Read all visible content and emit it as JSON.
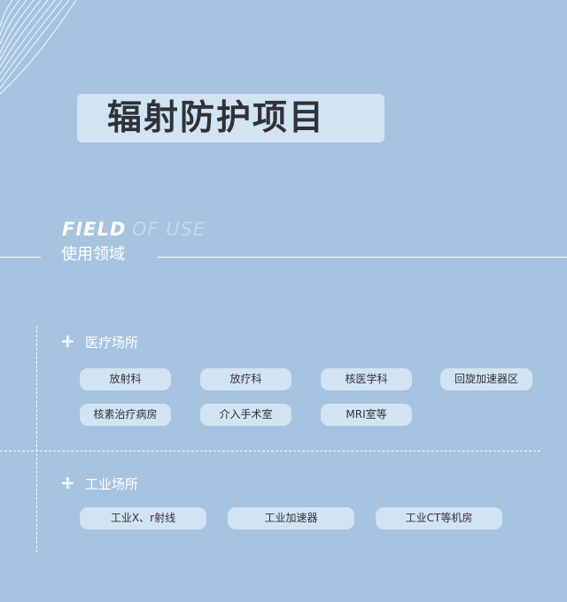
{
  "title": "辐射防护项目",
  "field_of_use": {
    "en_strong": "FIELD",
    "en_light": "OF USE",
    "cn": "使用领域"
  },
  "medical": {
    "title": "医疗场所",
    "items": [
      "放射科",
      "放疗科",
      "核医学科",
      "回旋加速器区",
      "核素治疗病房",
      "介入手术室",
      "MRI室等"
    ]
  },
  "industrial": {
    "title": "工业场所",
    "items": [
      "工业X、r射线",
      "工业加速器",
      "工业CT等机房"
    ]
  },
  "colors": {
    "background": "#a6c3e0",
    "pill": "#d2e3f4",
    "text_dark": "#2f3238",
    "text_light": "#ffffff"
  },
  "icons": [
    "wire-mesh-decoration",
    "plus-icon"
  ]
}
